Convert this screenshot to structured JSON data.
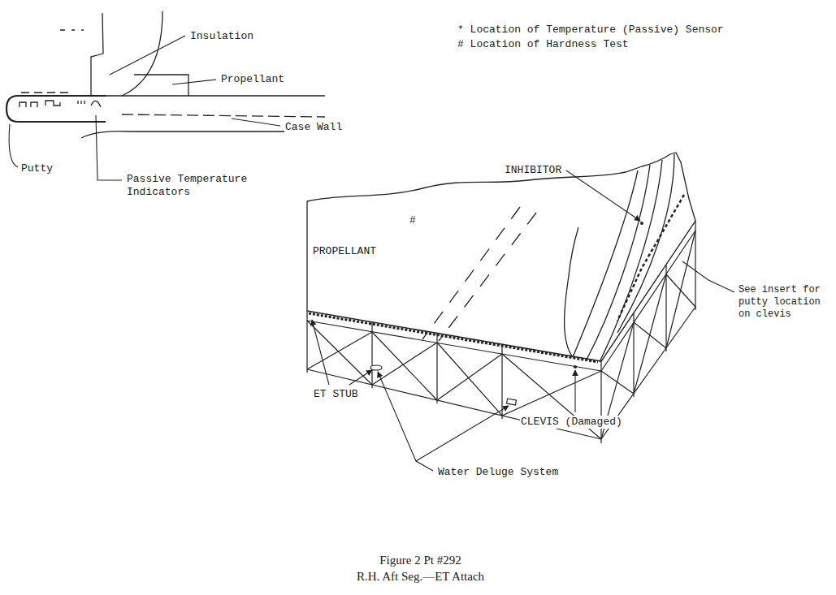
{
  "diagram": {
    "caption": "Figure 2 Pt #292",
    "labels": [
      "Insulation",
      "Propellant",
      "Case Wall",
      "Putty",
      "Passive Temperature Indicators",
      "* Location of Temperature (Passive) Sensor",
      "# Location of Hardness Test",
      "INHIBITOR",
      "#",
      "PROPELLANT",
      "See insert for putty location on clevis",
      "ET STUB",
      "CLEVIS (Damaged)",
      "Water Deluge System",
      "R.H. Aft Seg.—ET Attach"
    ]
  }
}
